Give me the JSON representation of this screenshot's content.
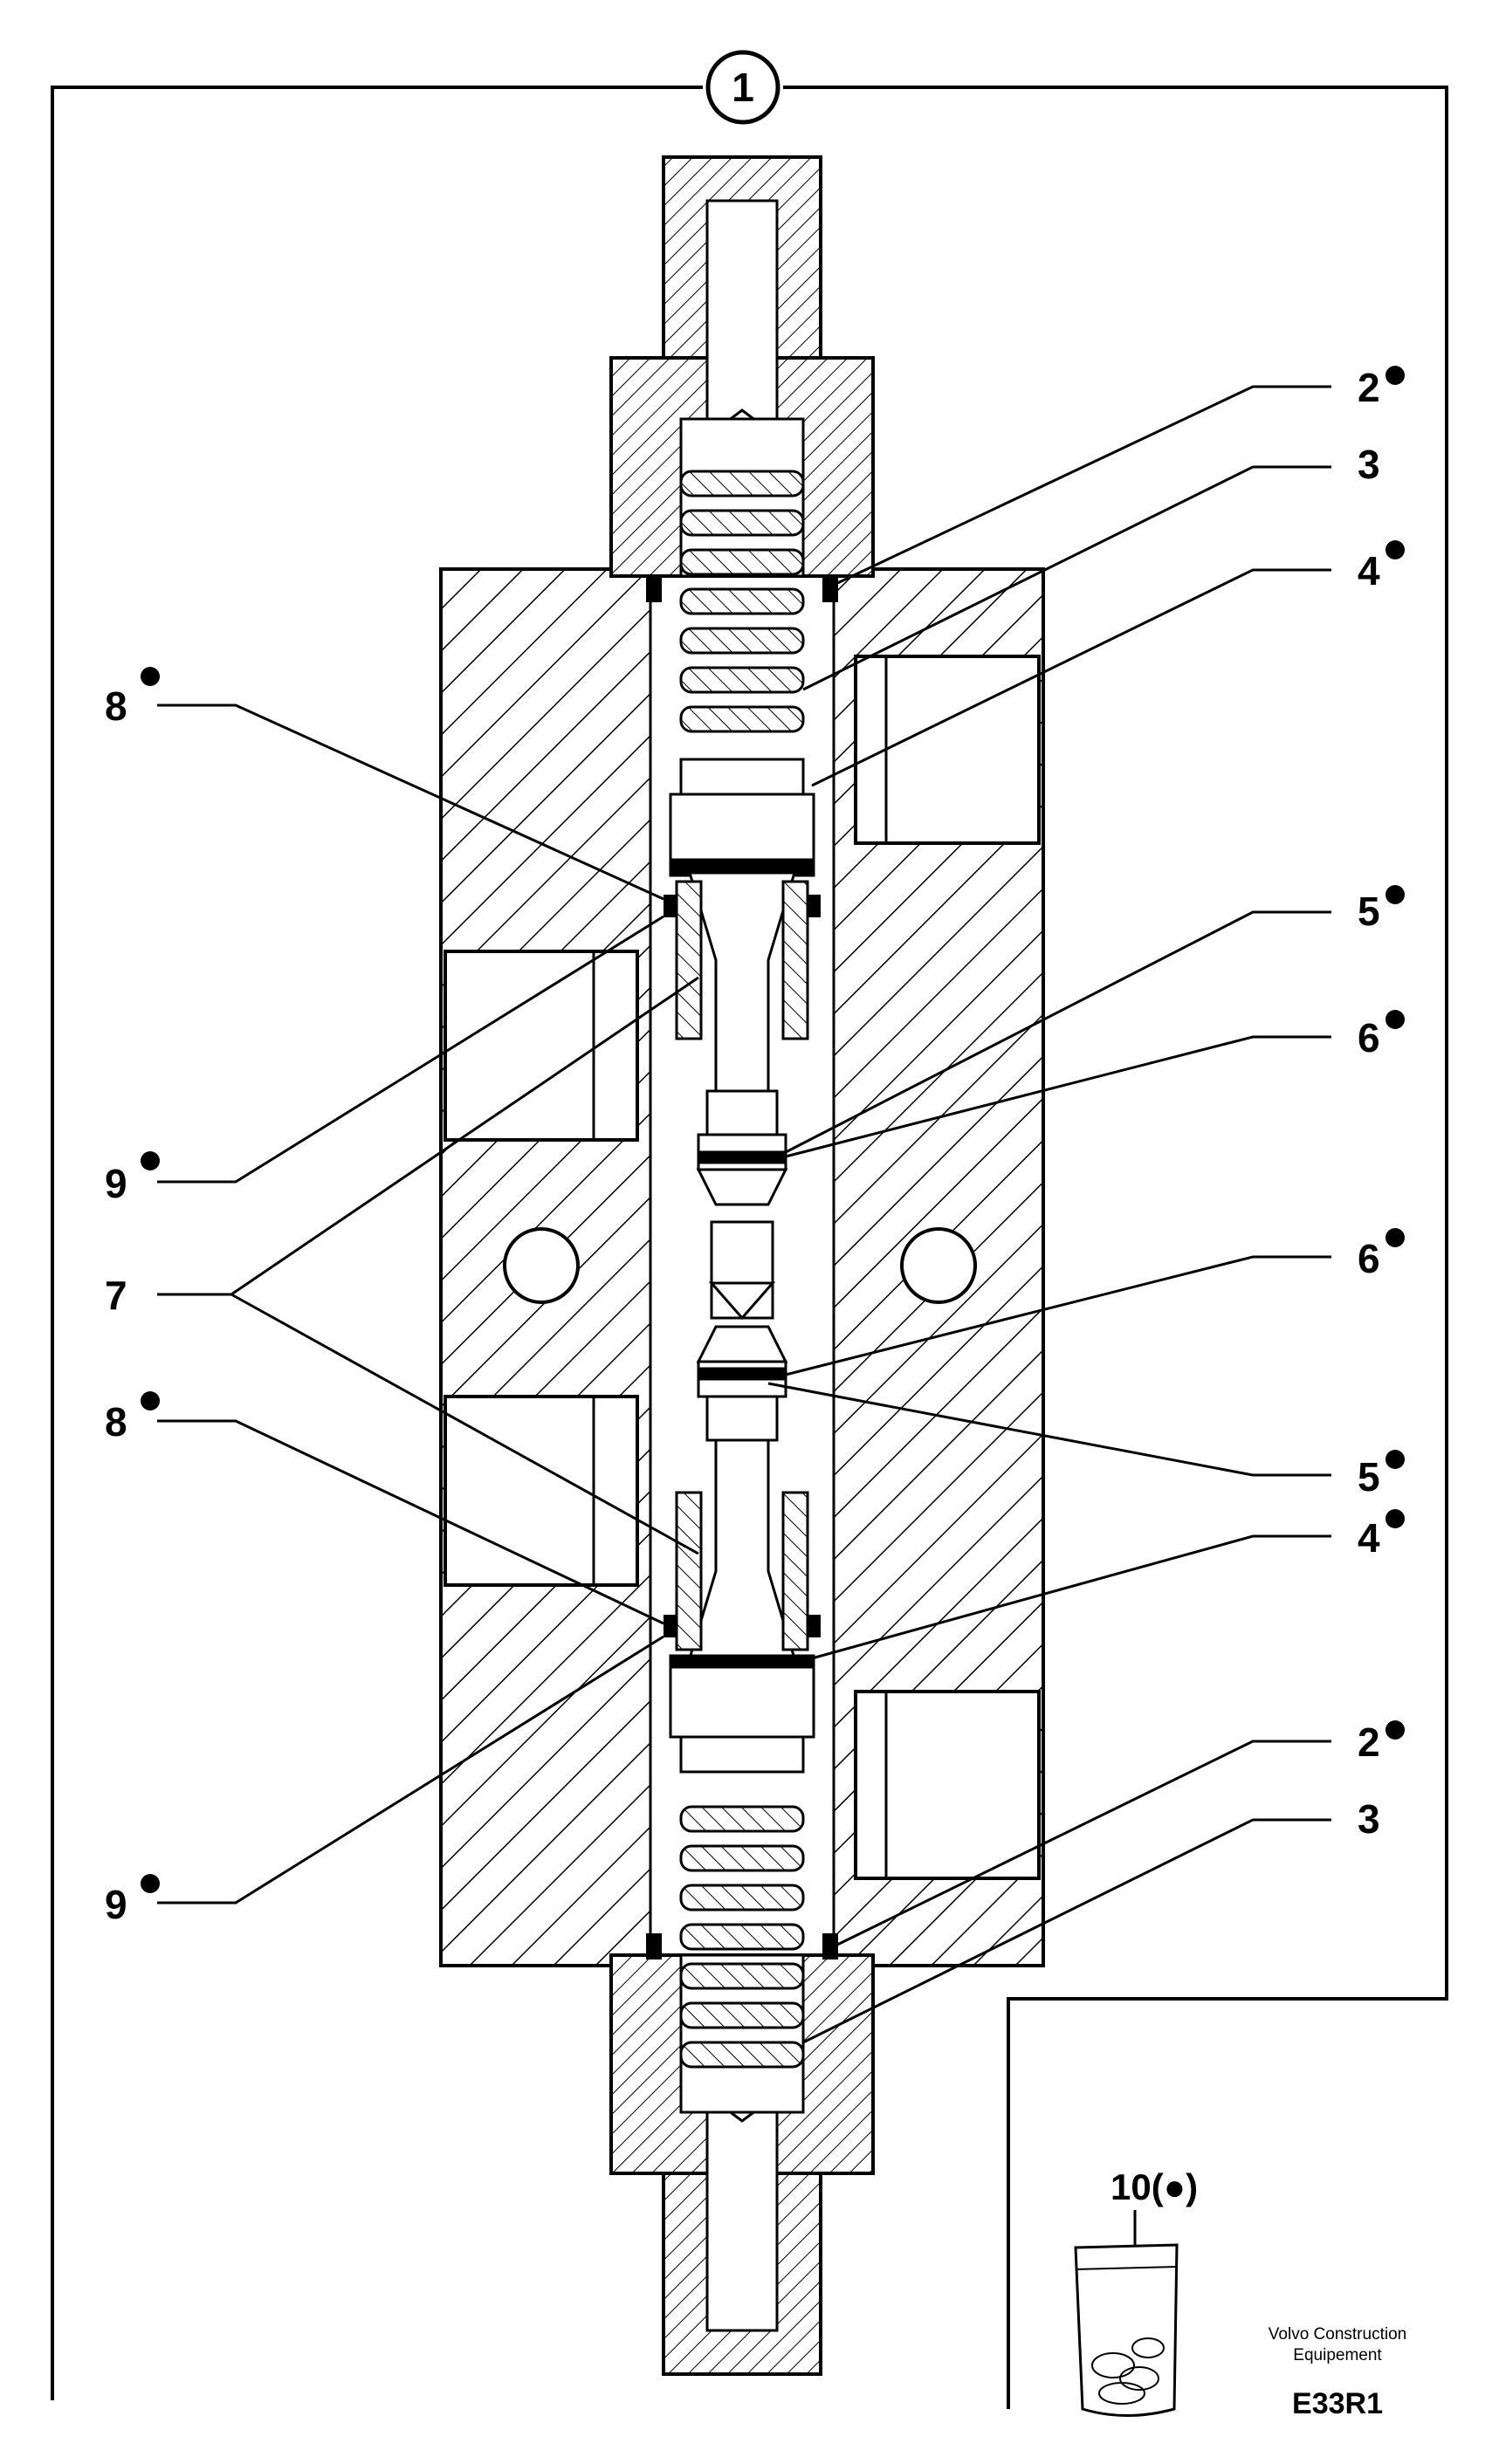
{
  "assembly_callout": "1",
  "callouts": [
    {
      "id": "c2a",
      "text": "2",
      "dot": true
    },
    {
      "id": "c3a",
      "text": "3",
      "dot": false
    },
    {
      "id": "c4a",
      "text": "4",
      "dot": true
    },
    {
      "id": "c8a",
      "text": "8",
      "dot": true
    },
    {
      "id": "c5a",
      "text": "5",
      "dot": true
    },
    {
      "id": "c6a",
      "text": "6",
      "dot": true
    },
    {
      "id": "c9a",
      "text": "9",
      "dot": true
    },
    {
      "id": "c7",
      "text": "7",
      "dot": false
    },
    {
      "id": "c6b",
      "text": "6",
      "dot": true
    },
    {
      "id": "c8b",
      "text": "8",
      "dot": true
    },
    {
      "id": "c5b",
      "text": "5",
      "dot": true
    },
    {
      "id": "c4b",
      "text": "4",
      "dot": true
    },
    {
      "id": "c2b",
      "text": "2",
      "dot": true
    },
    {
      "id": "c3b",
      "text": "3",
      "dot": false
    },
    {
      "id": "c9b",
      "text": "9",
      "dot": true
    }
  ],
  "kit": {
    "label": "10(●)"
  },
  "footer": {
    "company_line1": "Volvo Construction",
    "company_line2": "Equipement",
    "drawing_id": "E33R1"
  }
}
